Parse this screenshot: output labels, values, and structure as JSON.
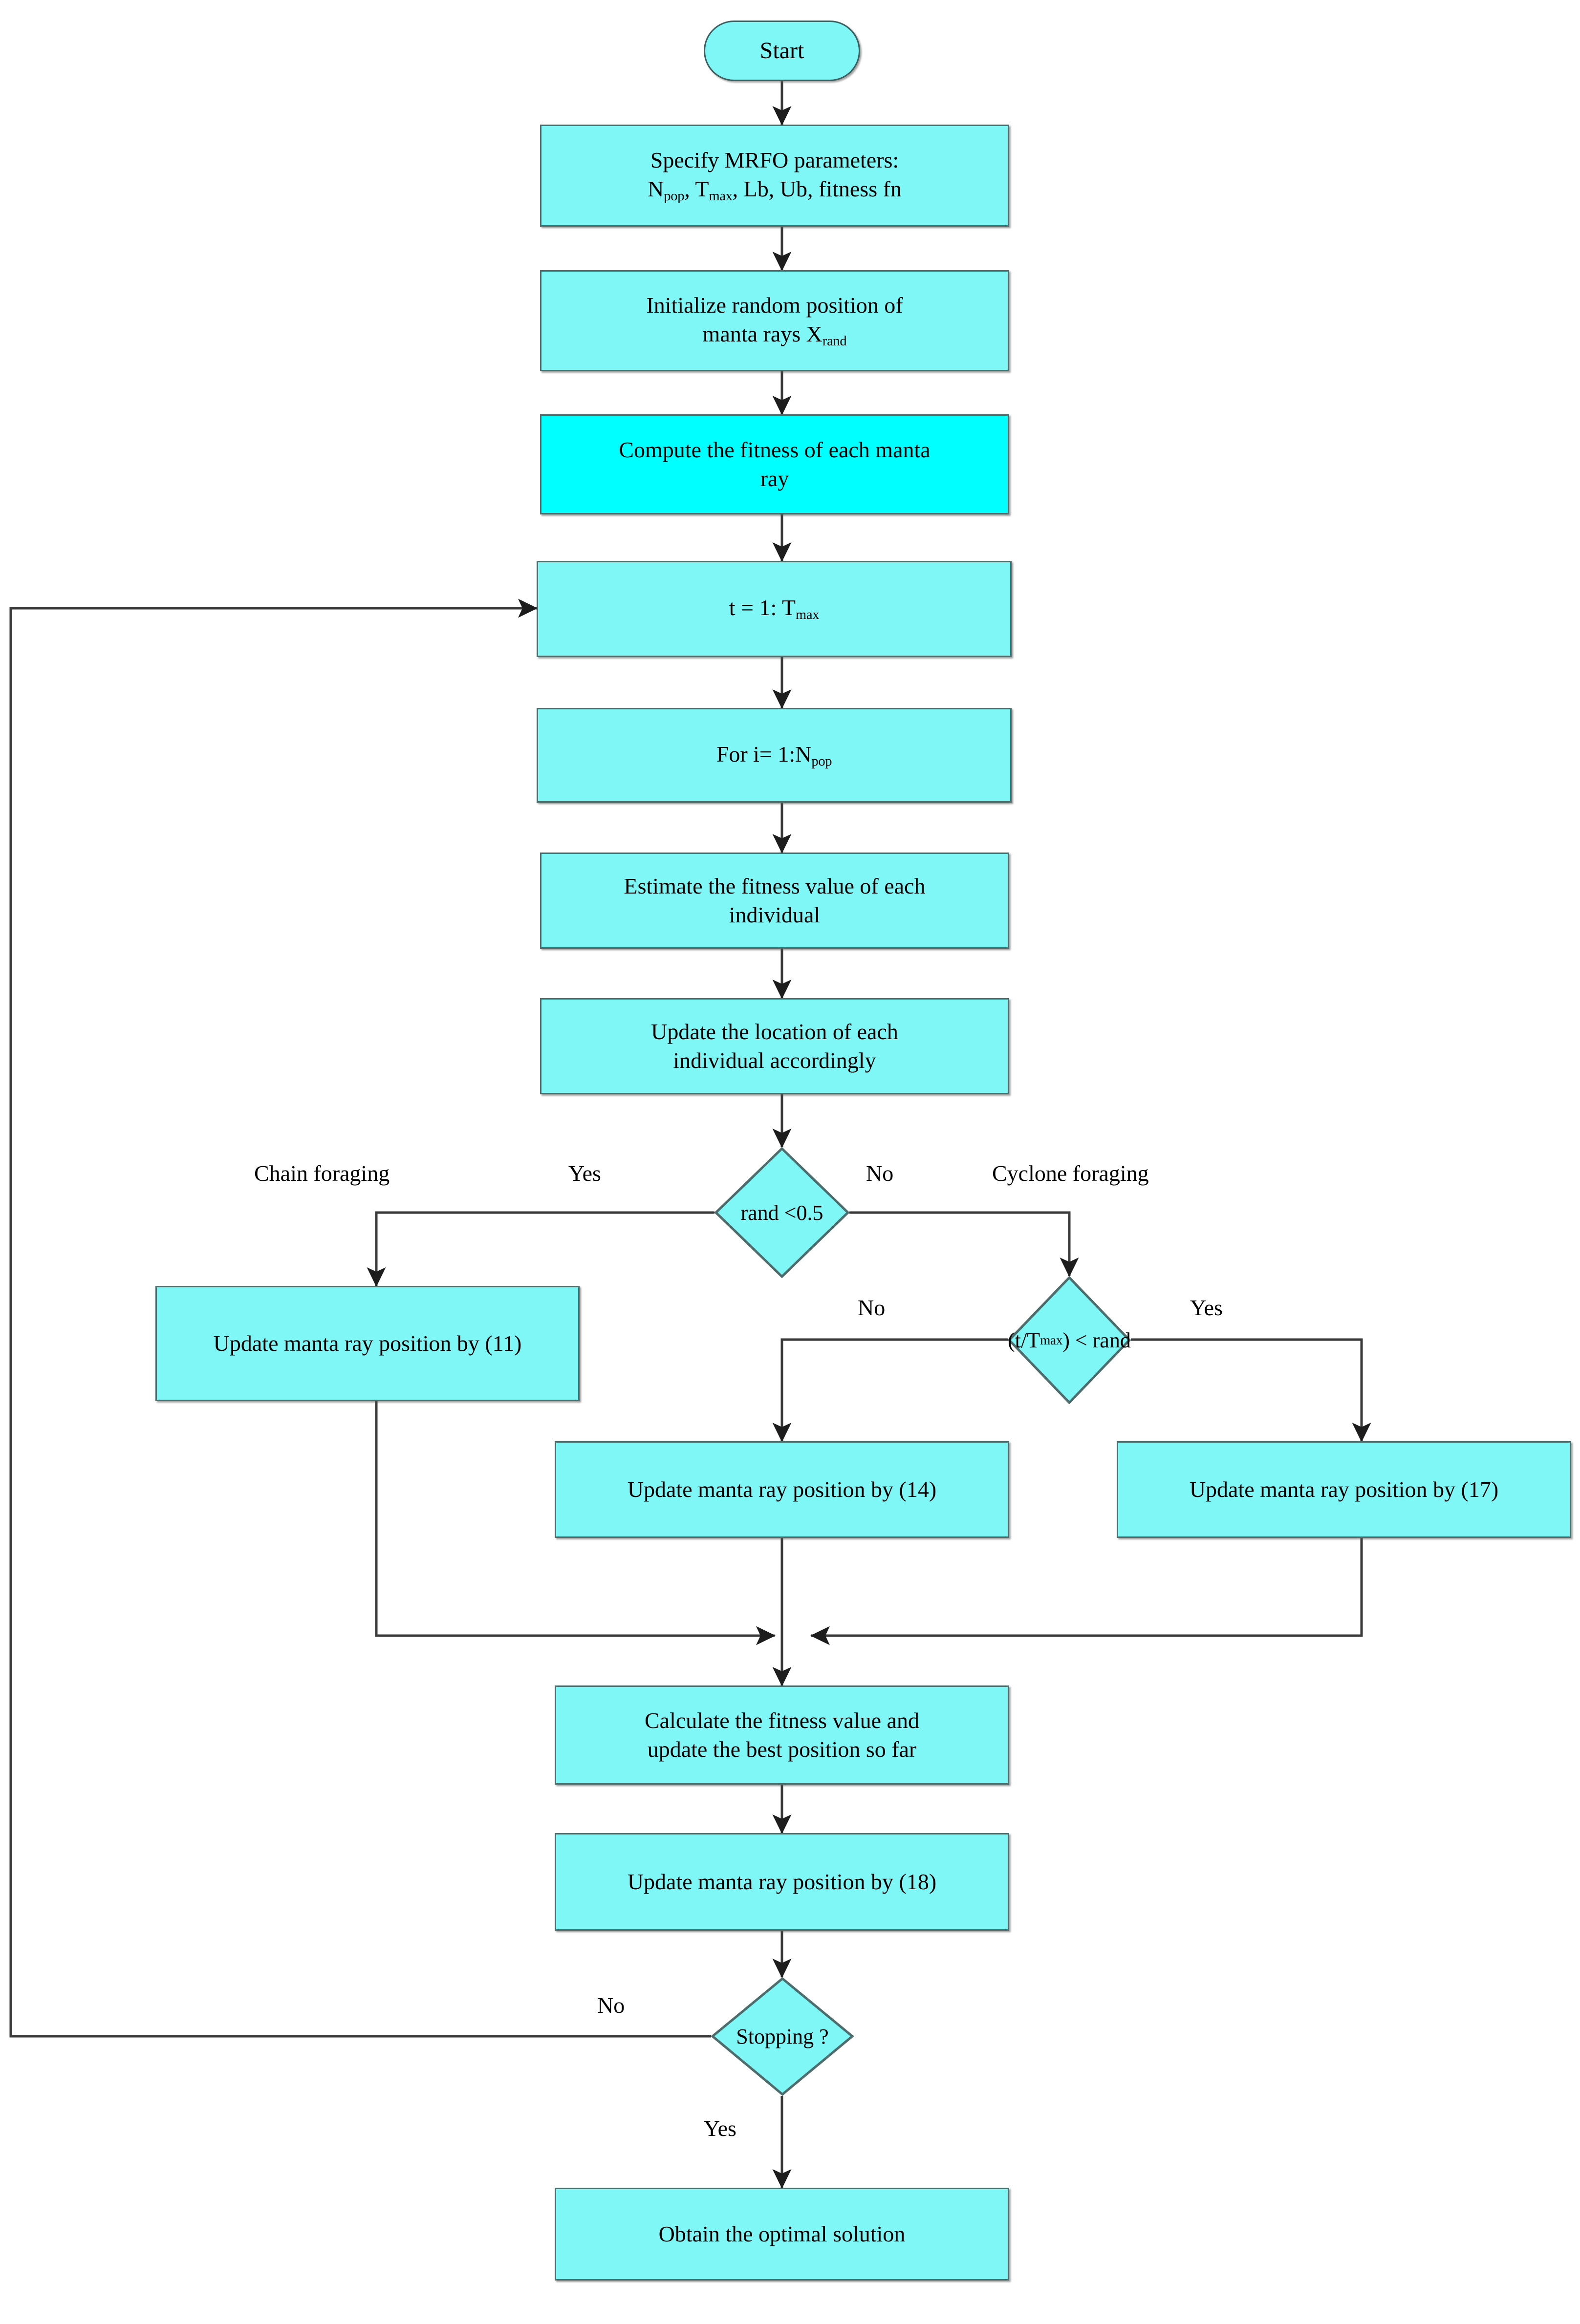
{
  "diagram": {
    "title": "MRFO algorithm flowchart",
    "colors": {
      "node_fill": "#7FF7F7",
      "node_fill_highlight": "#00FFFF",
      "node_border": "#4D6D6D",
      "line": "#3A3A3A",
      "text": "#000000",
      "background": "#FFFFFF"
    }
  },
  "nodes": {
    "start": {
      "label": "Start",
      "shape": "terminal"
    },
    "specify_params": {
      "line1": "Specify MRFO parameters:",
      "line2_pre": "N",
      "line2_sub1": "pop",
      "line2_mid": ", T",
      "line2_sub2": "max",
      "line2_post": ", Lb, Ub, fitness fn",
      "shape": "process"
    },
    "init_position": {
      "line1": "Initialize random position of",
      "line2_pre": "manta rays X",
      "line2_sub": "rand",
      "shape": "process"
    },
    "compute_fitness": {
      "line1": "Compute the fitness of each manta",
      "line2": "ray",
      "shape": "process",
      "highlight": true
    },
    "outer_loop": {
      "pre": "t = 1: T",
      "sub": "max",
      "shape": "process"
    },
    "inner_loop": {
      "pre": "For i= 1:N",
      "sub": "pop",
      "shape": "process"
    },
    "estimate_fitness": {
      "line1": "Estimate the fitness value of each",
      "line2": "individual",
      "shape": "process"
    },
    "update_location": {
      "line1": "Update the location of each",
      "line2": "individual accordingly",
      "shape": "process"
    },
    "rand_decision": {
      "label": "rand <0.5",
      "shape": "decision"
    },
    "update_11": {
      "label": "Update manta ray position by (11)",
      "shape": "process"
    },
    "t_tmax_decision": {
      "pre": "(t/T",
      "sub": "max",
      "post": ") < rand",
      "shape": "decision"
    },
    "update_14": {
      "label": "Update manta ray position by (14)",
      "shape": "process"
    },
    "update_17": {
      "label": "Update manta ray position by (17)",
      "shape": "process"
    },
    "calculate_best": {
      "line1": "Calculate the fitness value and",
      "line2": "update the best position so far",
      "shape": "process"
    },
    "update_18": {
      "label": "Update manta ray position by (18)",
      "shape": "process"
    },
    "stopping_decision": {
      "label": "Stopping ?",
      "shape": "decision"
    },
    "obtain_solution": {
      "label": "Obtain the optimal solution",
      "shape": "process"
    }
  },
  "edge_labels": {
    "chain_foraging": "Chain foraging",
    "rand_yes": "Yes",
    "rand_no": "No",
    "cyclone_foraging": "Cyclone foraging",
    "ttmax_no": "No",
    "ttmax_yes": "Yes",
    "stopping_no": "No",
    "stopping_yes": "Yes"
  }
}
